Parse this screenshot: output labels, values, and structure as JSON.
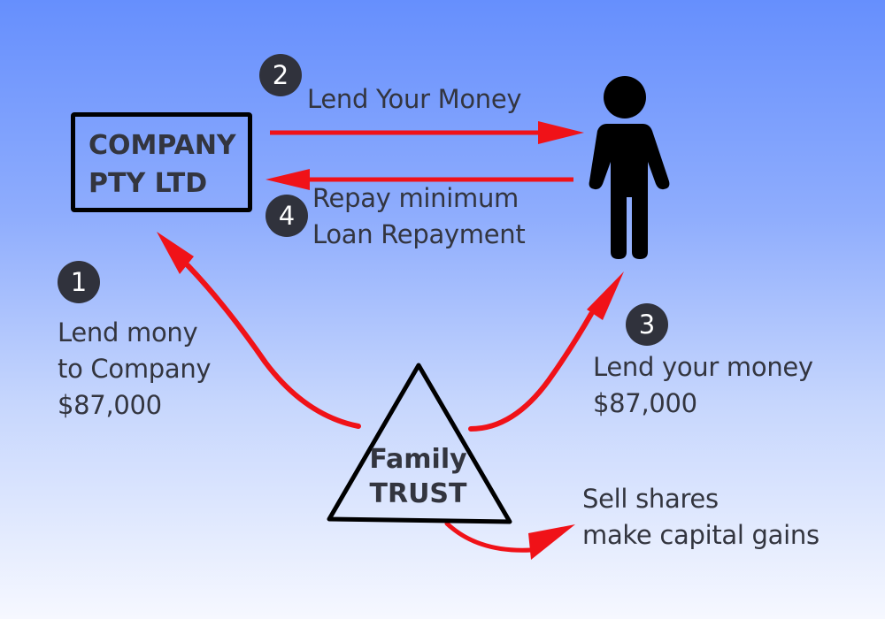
{
  "company": {
    "line1": "COMPANY",
    "line2": "PTY LTD"
  },
  "trust": {
    "line1": "Family",
    "line2": "TRUST"
  },
  "steps": [
    {
      "number": "1",
      "lines": [
        "Lend mony",
        "to Company",
        "$87,000"
      ]
    },
    {
      "number": "2",
      "lines": [
        "Lend Your Money"
      ]
    },
    {
      "number": "3",
      "lines": [
        "Lend your money",
        "$87,000"
      ]
    },
    {
      "number": "4",
      "lines": [
        "Repay minimum",
        "Loan Repayment"
      ]
    }
  ],
  "outcome": {
    "lines": [
      "Sell shares",
      "make capital gains"
    ]
  },
  "colors": {
    "arrow": "#f01218",
    "badge": "#30323c",
    "text": "#33353f",
    "bg_top": "#668ffd",
    "bg_bottom": "#f6f8ff"
  },
  "icons": {
    "person": "person-icon"
  }
}
